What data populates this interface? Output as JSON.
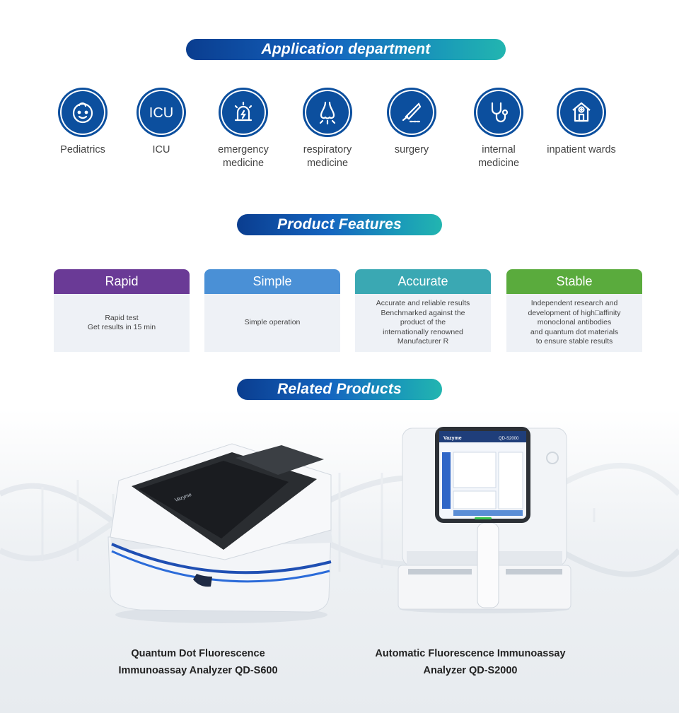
{
  "sections": {
    "application": "Application department",
    "features": "Product Features",
    "related": "Related Products"
  },
  "departments": [
    {
      "label": "Pediatrics",
      "icon": "baby-face-icon"
    },
    {
      "label": "ICU",
      "icon": "icu-icon"
    },
    {
      "label": "emergency\nmedicine",
      "icon": "siren-icon"
    },
    {
      "label": "respiratory\nmedicine",
      "icon": "nose-icon"
    },
    {
      "label": "surgery",
      "icon": "scalpel-icon"
    },
    {
      "label": "internal\nmedicine",
      "icon": "stethoscope-icon"
    },
    {
      "label": "inpatient wards",
      "icon": "hospital-icon"
    }
  ],
  "features": [
    {
      "title": "Rapid",
      "text": "Rapid test\nGet results in 15 min",
      "color": "#6a3a96"
    },
    {
      "title": "Simple",
      "text": "Simple operation",
      "color": "#4a90d6"
    },
    {
      "title": "Accurate",
      "text": "Accurate and reliable results\nBenchmarked against the\nproduct of the\ninternationally renowned\nManufacturer R",
      "color": "#3aa8b3"
    },
    {
      "title": "Stable",
      "text": "Independent research and\ndevelopment of high□affinity\nmonoclonal antibodies\nand quantum dot materials\nto ensure stable results",
      "color": "#5aab3d"
    }
  ],
  "products": [
    {
      "name": "Quantum Dot Fluorescence\nImmunoassay Analyzer QD-S600"
    },
    {
      "name": "Automatic Fluorescence Immunoassay\nAnalyzer QD-S2000",
      "brand": "Vazyme",
      "model": "QD-S2000"
    }
  ]
}
